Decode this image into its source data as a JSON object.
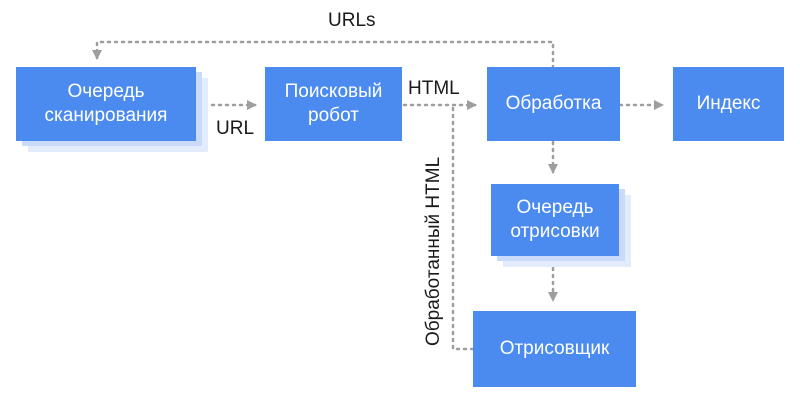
{
  "nodes": {
    "crawl_queue": {
      "line1": "Очередь",
      "line2": "сканирования"
    },
    "crawler": {
      "line1": "Поисковый",
      "line2": "робот"
    },
    "processing": {
      "label": "Обработка"
    },
    "index": {
      "label": "Индекс"
    },
    "render_queue": {
      "line1": "Очередь",
      "line2": "отрисовки"
    },
    "renderer": {
      "label": "Отрисовщик"
    }
  },
  "edges": {
    "urls": "URLs",
    "url": "URL",
    "html": "HTML",
    "rendered_html": "Обработанный HTML"
  },
  "colors": {
    "node": "#4b8bf0",
    "node_shadow": "#c9dafb",
    "arrow": "#9e9e9e"
  }
}
